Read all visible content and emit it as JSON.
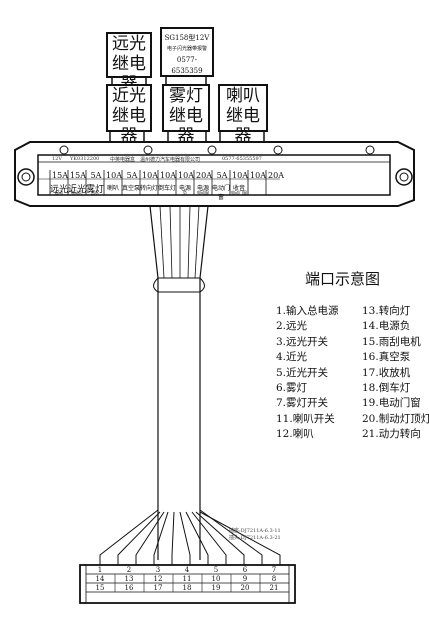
{
  "diagram": {
    "title": "端口示意图",
    "relays": {
      "top_left": [
        "远光",
        "继电器"
      ],
      "top_middle": [
        "SG158型12V",
        "电子闪光器带报警",
        "0577-6535359"
      ],
      "row2_1": [
        "近光",
        "继电器"
      ],
      "row2_2": [
        "雾灯",
        "继电器"
      ],
      "row2_3": [
        "喇叭",
        "继电器"
      ]
    },
    "strip_texts": [
      "12V",
      "YK0312200",
      "中英电器盒",
      "温州德力汽车电器有限公司",
      "0577-65355597"
    ],
    "fuse_ratings": [
      "15A",
      "15A",
      "5A",
      "10A",
      "5A",
      "10A",
      "10A",
      "10A",
      "20A",
      "5A",
      "10A",
      "10A",
      "20A"
    ],
    "fuse_labels": [
      "远光",
      "近光",
      "雾灯",
      "喇叭",
      "真空泵",
      "转向灯",
      "倒车灯",
      "电源",
      "电源",
      "电动门窗",
      "收音"
    ],
    "fuse_labels_small": [
      "起动",
      "制动灯",
      "刮水",
      "",
      "",
      "",
      "",
      "负",
      "电动窗",
      "",
      "电动门窗"
    ],
    "connector_top_pins": [
      "1",
      "2",
      "3",
      "4",
      "5",
      "6",
      "7"
    ],
    "connector_mid_pins": [
      "14",
      "13",
      "12",
      "11",
      "10",
      "9",
      "8"
    ],
    "connector_bottom_pins": [
      "15",
      "16",
      "17",
      "18",
      "19",
      "20",
      "21"
    ],
    "model_lines": [
      "插座:DJ7211A-6.3-11",
      "插头:DJ7211A-6.3-21"
    ],
    "legend_left": [
      "1.输入总电源",
      "2.远光",
      "3.远光开关",
      "4.近光",
      "5.近光开关",
      "6.雾灯",
      "7.雾灯开关",
      "11.喇叭开关",
      "12.喇叭"
    ],
    "legend_right": [
      "13.转向灯",
      "14.电源负",
      "15.雨刮电机",
      "16.真空泵",
      "17.收放机",
      "18.倒车灯",
      "19.电动门窗",
      "20.制动灯顶灯",
      "21.动力转向"
    ]
  }
}
